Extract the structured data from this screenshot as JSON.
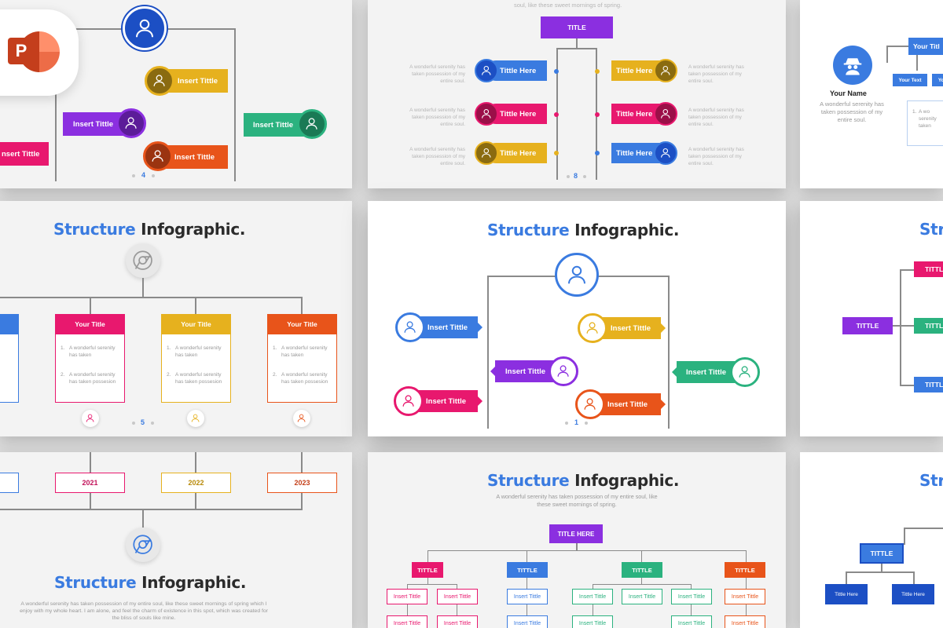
{
  "colors": {
    "blue": "#3a7be0",
    "pink": "#e8186e",
    "yellow": "#e6b11e",
    "orange": "#e8541a",
    "purple": "#8b2fe0",
    "green": "#2bb27f",
    "navy": "#1c4fc4"
  },
  "app": {
    "name": "PowerPoint",
    "icon": "powerpoint-icon",
    "letter": "P"
  },
  "main_slide": {
    "title_accent": "Structure",
    "title_rest": "Infographic.",
    "items": [
      {
        "label": "Insert Tittle"
      },
      {
        "label": "Insert Tittle"
      },
      {
        "label": "Insert Tittle"
      },
      {
        "label": "Insert Tittle"
      },
      {
        "label": "Insert Tittle"
      },
      {
        "label": "Insert Tittle"
      }
    ],
    "page": "1"
  },
  "slide_top_left": {
    "items": [
      {
        "label": "Insert Tittle"
      },
      {
        "label": "Insert Tittle"
      },
      {
        "label": "Insert Tittle"
      },
      {
        "label": "Insert Tittle"
      },
      {
        "label": "nsert Tittle"
      }
    ],
    "page": "4"
  },
  "slide_top_center": {
    "subtitle": "soul, like these sweet mornings of spring.",
    "title_box": "TITLE",
    "left_items": [
      {
        "label": "Tittle Here",
        "desc": "A wonderful serenity has taken possession of my entire soul."
      },
      {
        "label": "Tittle Here",
        "desc": "A wonderful serenity has taken possession of my entire soul."
      },
      {
        "label": "Tittle Here",
        "desc": "A wonderful serenity has taken possession of my entire soul."
      }
    ],
    "right_items": [
      {
        "label": "Tittle Here",
        "desc": "A wonderful serenity has taken possession of my entire soul."
      },
      {
        "label": "Tittle Here",
        "desc": "A wonderful serenity has taken possession of my entire soul."
      },
      {
        "label": "Tittle Here",
        "desc": "A wonderful serenity has taken possession of my entire soul."
      }
    ],
    "page": "8"
  },
  "slide_top_right": {
    "name": "Your Name",
    "desc": "A wonderful serenity has taken possession of my entire soul.",
    "title_box": "Your Titl",
    "text_box_1": "Your Text",
    "text_box_2": "Your",
    "list_num": "1.",
    "list_text": "A wo serenity taken"
  },
  "slide_mid_left": {
    "title_accent": "Structure",
    "title_rest": "Infographic.",
    "columns": [
      {
        "header": "Your Title",
        "items": [
          "A wonderful serenity has taken",
          "A wonderful serenity has taken possesion"
        ]
      },
      {
        "header": "Your Title",
        "items": [
          "A wonderful serenity has taken",
          "A wonderful serenity has taken possesion"
        ]
      },
      {
        "header": "Your Title",
        "items": [
          "A wonderful serenity has taken",
          "A wonderful serenity has taken possesion"
        ]
      }
    ],
    "list_nums": [
      "1.",
      "2."
    ],
    "page": "5"
  },
  "slide_mid_right": {
    "title_partial": "Str",
    "root": "TITTLE",
    "branches": [
      "TITTL",
      "TITTL",
      "TITTL"
    ]
  },
  "slide_bot_left": {
    "years": [
      "2021",
      "2022",
      "2023"
    ],
    "title_accent": "Structure",
    "title_rest": "Infographic.",
    "paragraph": "A wonderful serenity has taken possession of my entire soul, like these sweet mornings of spring which I enjoy with my whole heart. I am alone, and feel the charm of existence in this spot, which was created for the bliss of souls like mine."
  },
  "slide_bot_center": {
    "title_accent": "Structure",
    "title_rest": "Infographic.",
    "subtitle": "A wonderful serenity has taken possession of my entire soul, like these sweet mornings of spring.",
    "root": "TITLE HERE",
    "groups": [
      {
        "label": "TITTLE",
        "children": [
          "Insert Tittle",
          "Insert Tittle",
          "Insert Tittle",
          "Insert Tittle"
        ]
      },
      {
        "label": "TITTLE",
        "children": [
          "Insert Tittle",
          "Insert Tittle"
        ]
      },
      {
        "label": "TITTLE",
        "children": [
          "Insert Tittle",
          "Insert Tittle",
          "Insert Tittle",
          "Insert Tittle",
          "Insert Tittle"
        ]
      },
      {
        "label": "TITTLE",
        "children": [
          "Insert Tittle",
          "Insert Tittle"
        ]
      }
    ]
  },
  "slide_bot_right": {
    "title_partial": "Str",
    "root": "TITTLE",
    "children": [
      "Tittle Here",
      "Tittle Here"
    ]
  }
}
